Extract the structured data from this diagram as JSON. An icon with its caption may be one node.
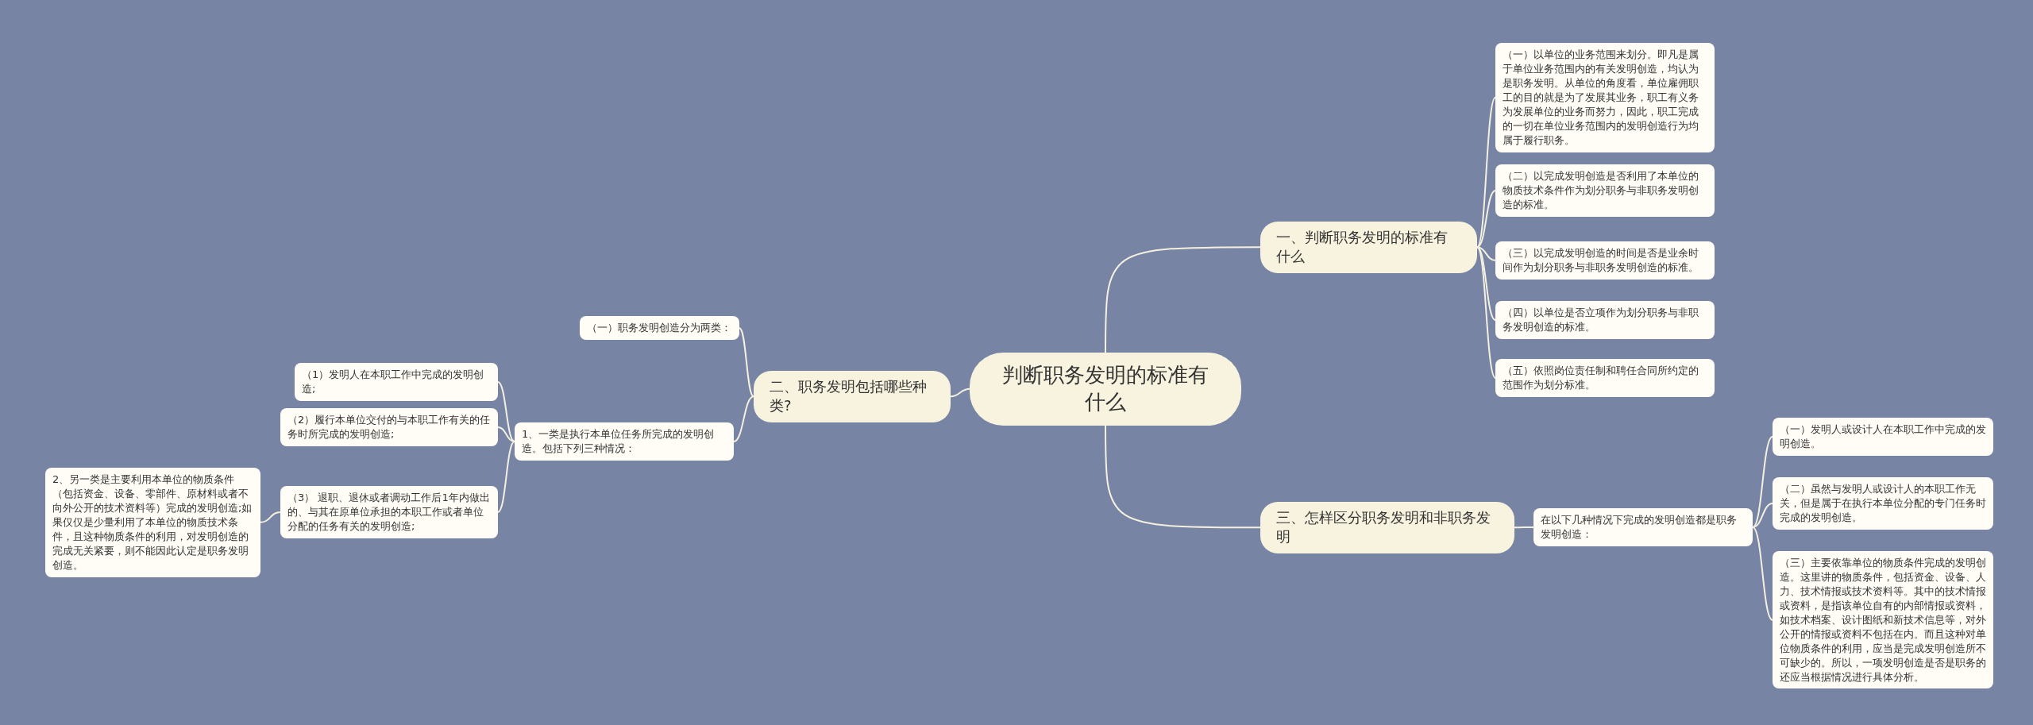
{
  "diagram": {
    "nodes": [
      {
        "text": [
          "判断职务发明的标准有什么"
        ]
      },
      {
        "text": [
          "一、判断职务发明的标准有什么"
        ]
      },
      {
        "text": [
          "二、职务发明包括哪些种类?"
        ]
      },
      {
        "text": [
          "三、怎样区分职务发明和非职务发明"
        ]
      },
      {
        "text": [
          "（一）以单位的业务范围来划分。即凡是属于单位业务范围内的有关发明创造，均认为是职务发明。从单位的角度看，单位雇佣职工的目的就是为了发展其业务，职工有义务为发展单位的业务而努力，因此，职工完成的一切在单位业务范围内的发明创造行为均属于履行职务。"
        ]
      },
      {
        "text": [
          "（二）以完成发明创造是否利用了本单位的物质技术条件作为划分职务与非职务发明创造的标准。"
        ]
      },
      {
        "text": [
          "（三）以完成发明创造的时间是否是业余时间作为划分职务与非职务发明创造的标准。"
        ]
      },
      {
        "text": [
          "（四）以单位是否立项作为划分职务与非职务发明创造的标准。"
        ]
      },
      {
        "text": [
          "（五）依照岗位责任制和聘任合同所约定的范围作为划分标准。"
        ]
      },
      {
        "text": [
          "（一）职务发明创造分为两类："
        ]
      },
      {
        "text": [
          "1、一类是执行本单位任务所完成的发明创造。包括下列三种情况："
        ]
      },
      {
        "text": [
          "（1）发明人在本职工作中完成的发明创造;"
        ]
      },
      {
        "text": [
          "（2）履行本单位交付的与本职工作有关的任务时所完成的发明创造;"
        ]
      },
      {
        "text": [
          "（3） 退职、退休或者调动工作后1年内做出的、与其在原单位承担的本职工作或者单位分配的任务有关的发明创造;"
        ]
      },
      {
        "text": [
          "2、另一类是主要利用本单位的物质条件（包括资金、设备、零部件、原材料或者不向外公开的技术资料等）完成的发明创造;如果仅仅是少量利用了本单位的物质技术条件，且这种物质条件的利用，对发明创造的完成无关紧要，则不能因此认定是职务发明创造。"
        ]
      },
      {
        "text": [
          "在以下几种情况下完成的发明创造都是职务发明创造："
        ]
      },
      {
        "text": [
          "（一）发明人或设计人在本职工作中完成的发明创造。"
        ]
      },
      {
        "text": [
          "（二）虽然与发明人或设计人的本职工作无关，但是属于在执行本单位分配的专门任务时完成的发明创造。"
        ]
      },
      {
        "text": [
          "（三）主要依靠单位的物质条件完成的发明创造。这里讲的物质条件，包括资金、设备、人力、技术情报或技术资料等。其中的技术情报或资料，是指该单位自有的内部情报或资料，如技术档案、设计图纸和新技术信息等，对外公开的情报或资料不包括在内。而且这种对单位物质条件的利用，应当是完成发明创造所不可缺少的。所以，一项发明创造是否是职务的还应当根据情况进行具体分析。"
        ]
      }
    ],
    "edges": [
      {
        "from": 0,
        "to": 1,
        "arrow": "none"
      },
      {
        "from": 0,
        "to": 2,
        "arrow": "none"
      },
      {
        "from": 0,
        "to": 3,
        "arrow": "none"
      },
      {
        "from": 1,
        "to": 4,
        "arrow": "none"
      },
      {
        "from": 1,
        "to": 5,
        "arrow": "none"
      },
      {
        "from": 1,
        "to": 6,
        "arrow": "none"
      },
      {
        "from": 1,
        "to": 7,
        "arrow": "none"
      },
      {
        "from": 1,
        "to": 8,
        "arrow": "none"
      },
      {
        "from": 2,
        "to": 9,
        "arrow": "none"
      },
      {
        "from": 2,
        "to": 10,
        "arrow": "none"
      },
      {
        "from": 10,
        "to": 11,
        "arrow": "none"
      },
      {
        "from": 10,
        "to": 12,
        "arrow": "none"
      },
      {
        "from": 10,
        "to": 13,
        "arrow": "none"
      },
      {
        "from": 13,
        "to": 14,
        "arrow": "none"
      },
      {
        "from": 3,
        "to": 15,
        "arrow": "none"
      },
      {
        "from": 15,
        "to": 16,
        "arrow": "none"
      },
      {
        "from": 15,
        "to": 17,
        "arrow": "none"
      },
      {
        "from": 15,
        "to": 18,
        "arrow": "none"
      }
    ]
  }
}
